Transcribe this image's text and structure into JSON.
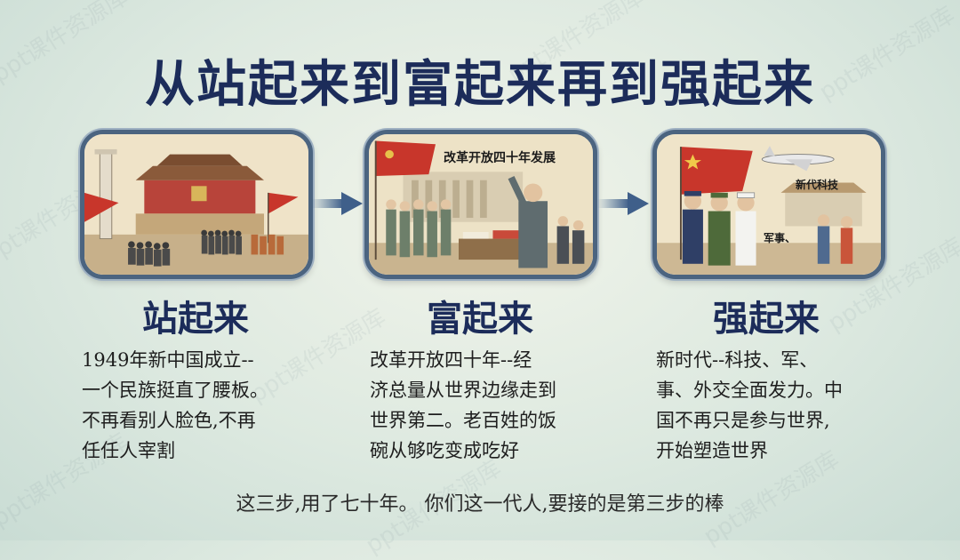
{
  "title": "从站起来到富起来再到强起来",
  "stages": [
    {
      "heading": "站起来",
      "desc_lines": [
        "1949年新中国成立--",
        "一个民族挺直了腰板。",
        "不再看别人脸色,不再",
        "任任人宰割"
      ]
    },
    {
      "heading": "富起来",
      "caption": "改革开放四十年发展",
      "desc_lines": [
        "改革开放四十年--经",
        "济总量从世界边缘走到",
        "世界第二。老百姓的饭",
        "碗从够吃变成吃好"
      ]
    },
    {
      "heading": "强起来",
      "caption_tech": "新代科技",
      "caption_military": "军事、",
      "desc_lines": [
        "新时代--科技、军、",
        "事、外交全面发力。中",
        "国不再只是参与世界,",
        "开始塑造世界"
      ]
    }
  ],
  "footer": "这三步,用了七十年。 你们这一代人,要接的是第三步的棒",
  "watermark": "ppt课件资源库",
  "colors": {
    "title": "#1c2c5a",
    "frame": "#4b6480",
    "arrow": "#3f5f8a",
    "flag_red": "#c8362b"
  }
}
